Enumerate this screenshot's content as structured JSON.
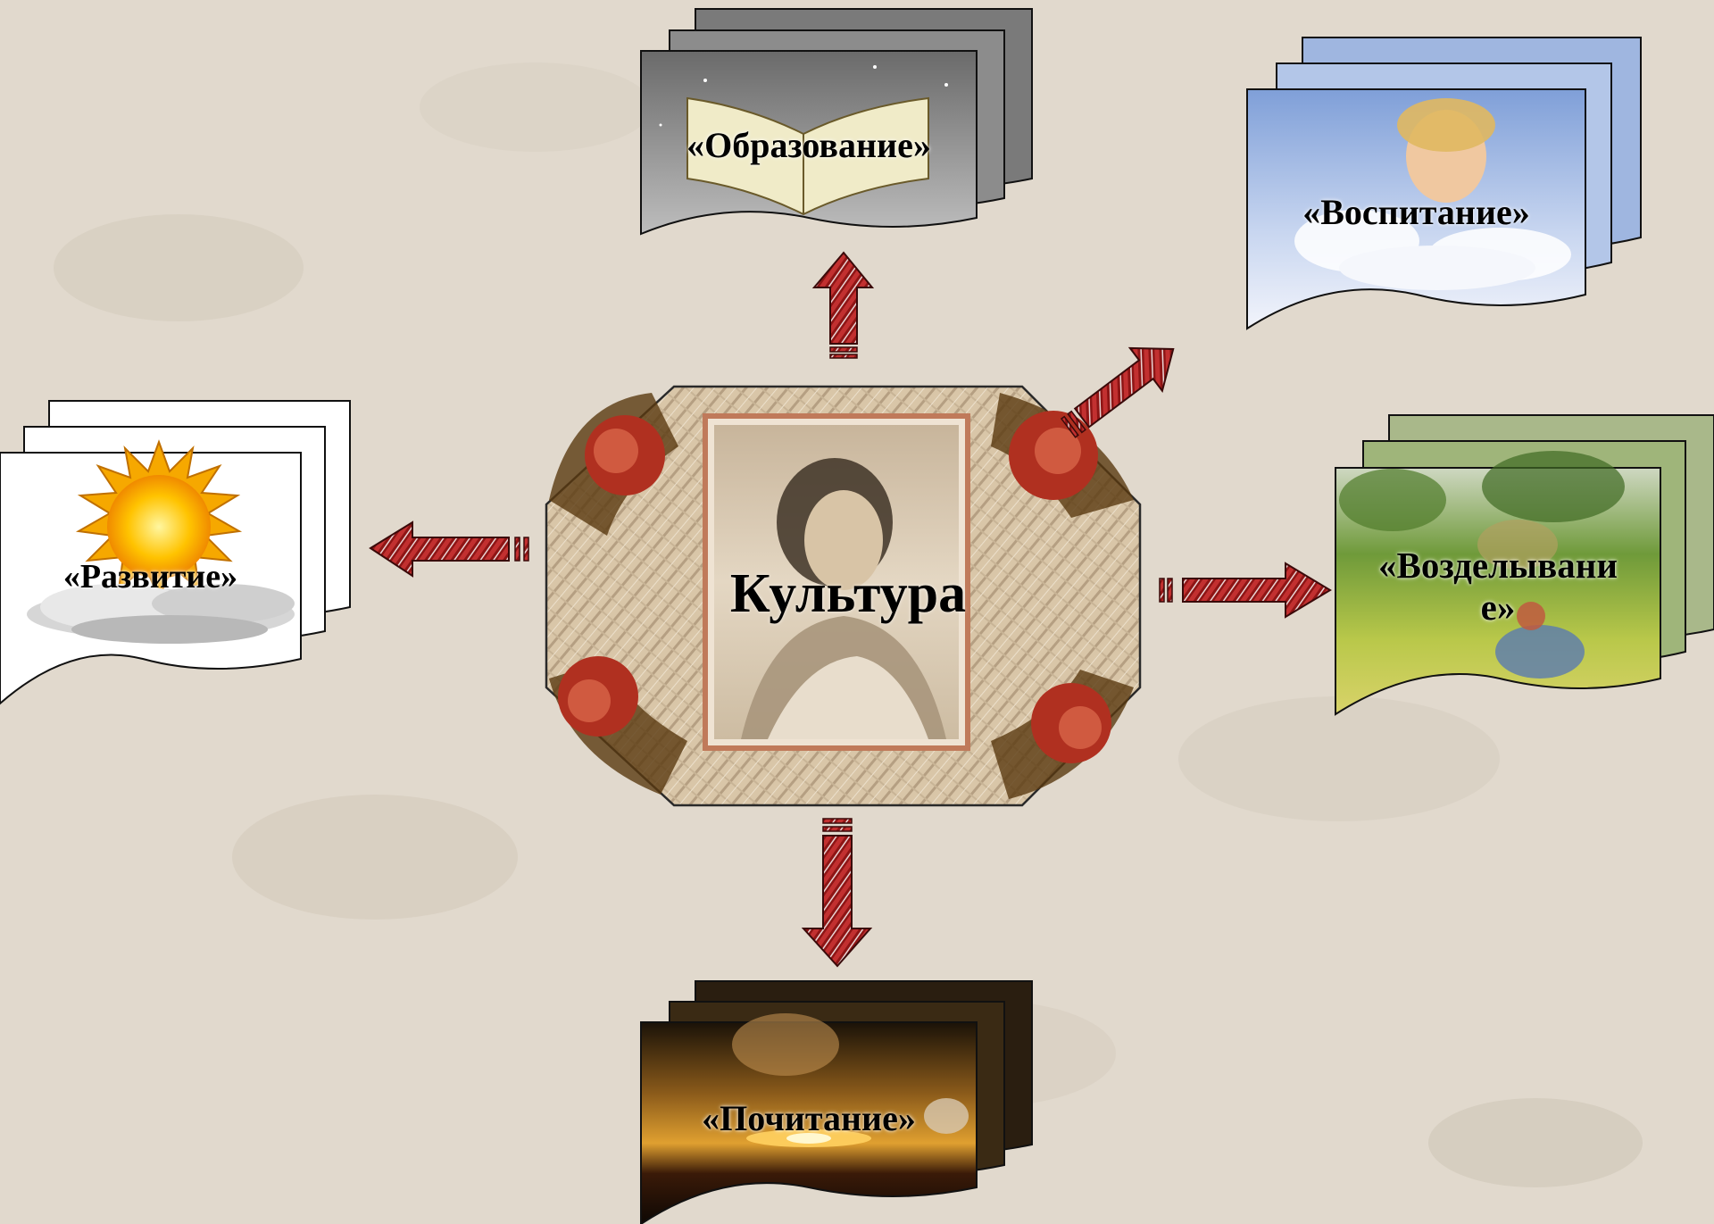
{
  "center": {
    "label": "Культура"
  },
  "nodes": {
    "top": {
      "label": "«Образование»"
    },
    "top_right": {
      "label": "«Воспитание»"
    },
    "right": {
      "label_line1": "«Возделывани",
      "label_line2": "е»"
    },
    "bottom": {
      "label": "«Почитание»"
    },
    "left": {
      "label": "«Развитие»"
    }
  },
  "colors": {
    "background": "#e1d9cd",
    "arrow": "#9b1b1b",
    "frame": "#d8c8b0",
    "rose": "#b03020"
  }
}
